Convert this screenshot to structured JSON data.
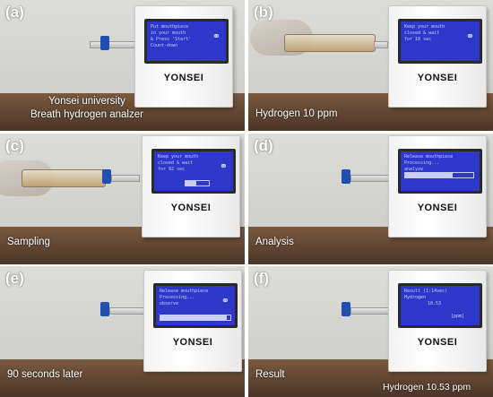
{
  "brand": "YONSEI",
  "panels": [
    {
      "label": "(a)",
      "caption_lines": [
        "Yonsei university",
        "Breath hydrogen analzer"
      ],
      "screen_lines": [
        "Put mouthpiece",
        "in your mouth",
        "& Press 'Start'",
        "Count-down"
      ]
    },
    {
      "label": "(b)",
      "caption_lines": [
        "Hydrogen 10 ppm"
      ],
      "screen_lines": [
        "Keep your mouth",
        "closed & wait",
        "for 10 sec"
      ]
    },
    {
      "label": "(c)",
      "caption_lines": [
        "Sampling"
      ],
      "screen_lines": [
        "Keep your mouth",
        "closed & wait",
        "for 92 sec"
      ]
    },
    {
      "label": "(d)",
      "caption_lines": [
        "Analysis"
      ],
      "screen_lines": [
        "Release mouthpiece",
        "Processing...",
        "analyze"
      ]
    },
    {
      "label": "(e)",
      "caption_lines": [
        "90 seconds later"
      ],
      "screen_lines": [
        "Release mouthpiece",
        "Processing...",
        "observe"
      ]
    },
    {
      "label": "(f)",
      "caption_lines": [
        "Result",
        "Hydrogen 10.53 ppm"
      ],
      "screen_lines": [
        "Result  (1:14sec)",
        "Hydrogen",
        "10.53",
        "[ppm]"
      ]
    }
  ],
  "colors": {
    "screen": "#2e37c9",
    "screen_text": "#c9d0ff",
    "valve": "#1f4fb0"
  },
  "progress": [
    0,
    0,
    0.45,
    0.7,
    0.95,
    0
  ]
}
